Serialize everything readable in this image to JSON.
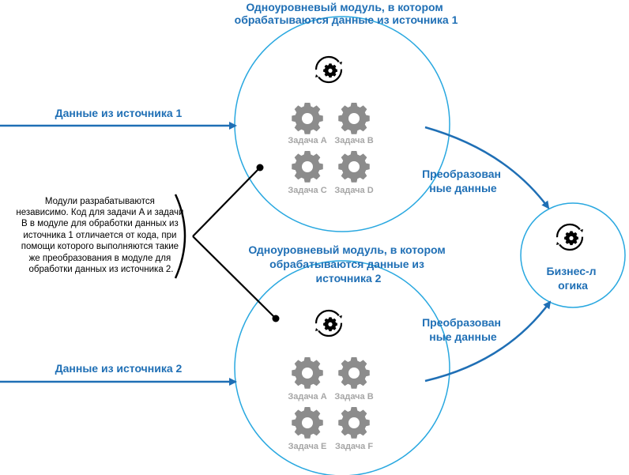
{
  "module1": {
    "title_lines": [
      "Одноуровневый модуль, в котором",
      "обрабатываются данные из источника 1"
    ],
    "tasks": [
      "Задача A",
      "Задача B",
      "Задача C",
      "Задача D"
    ]
  },
  "module2": {
    "title_lines": [
      "Одноуровневый модуль, в котором",
      "обрабатываются данные из",
      "источника 2"
    ],
    "tasks": [
      "Задача A",
      "Задача B",
      "Задача E",
      "Задача F"
    ]
  },
  "source1": {
    "label": "Данные из источника 1"
  },
  "source2": {
    "label": "Данные из источника 2"
  },
  "transformed1": {
    "lines": [
      "Преобразован",
      "ные данные"
    ]
  },
  "transformed2": {
    "lines": [
      "Преобразован",
      "ные данные"
    ]
  },
  "business": {
    "lines": [
      "Бизнес-л",
      "огика"
    ]
  },
  "note": {
    "lines": [
      "Модули разрабатываются",
      "независимо. Код для задачи A и задачи",
      "B в модуле для обработки данных из",
      "источника 1 отличается от кода, при",
      "помощи которого выполняются такие",
      "же преобразования в модуле для",
      "обработки данных из источника 2."
    ]
  },
  "colors": {
    "blue": "#1f6fb5",
    "circle": "#29a8e0",
    "gear": "#8c8c8c",
    "task_text": "#a6a6a6"
  },
  "icons": {
    "process": "cycle-gear-icon",
    "task": "gear-icon"
  }
}
